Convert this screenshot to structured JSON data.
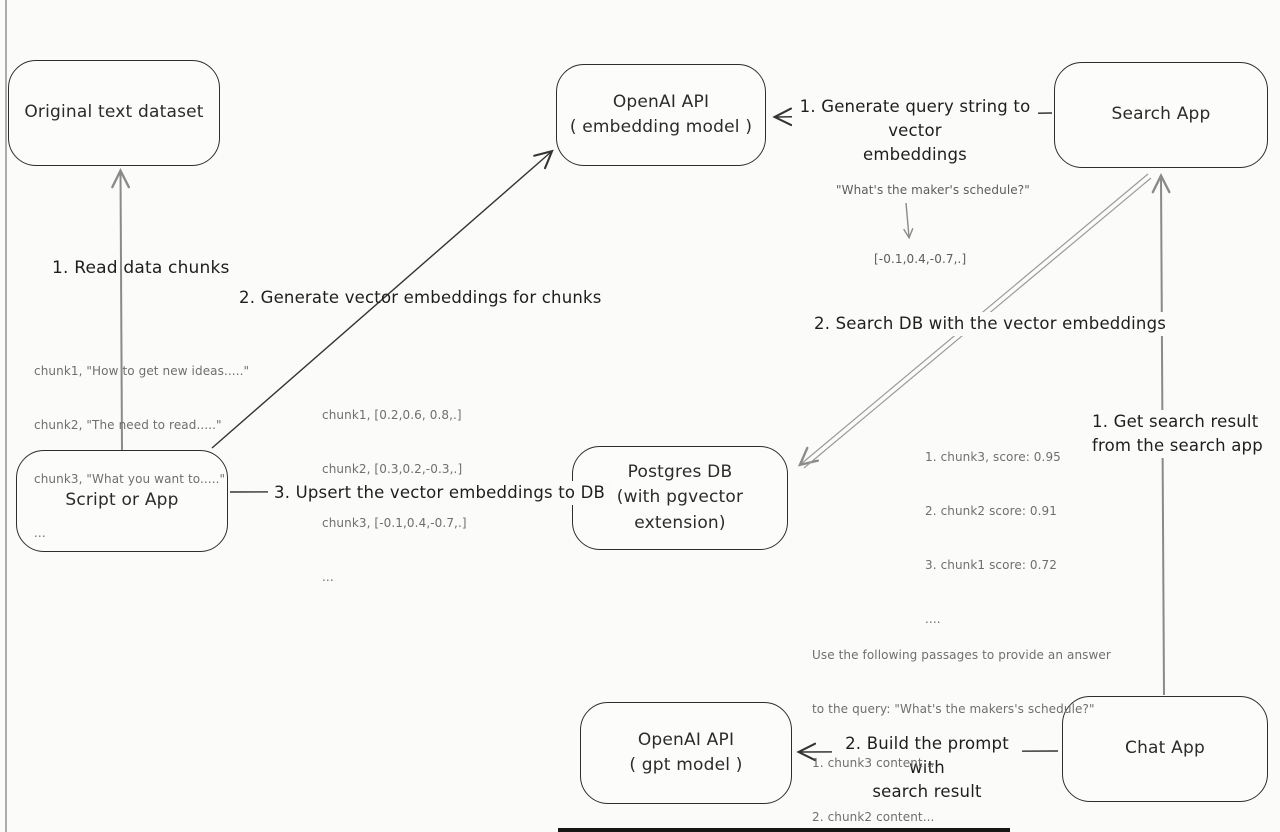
{
  "nodes": {
    "original_dataset": {
      "label": "Original text dataset"
    },
    "embedding_api": {
      "line1": "OpenAI API",
      "line2": "( embedding model )"
    },
    "search_app": {
      "label": "Search App"
    },
    "script_app": {
      "label": "Script or App"
    },
    "postgres_db": {
      "line1": "Postgres DB",
      "line2": "(with pgvector extension)"
    },
    "gpt_api": {
      "line1": "OpenAI API",
      "line2": "( gpt model )"
    },
    "chat_app": {
      "label": "Chat App"
    }
  },
  "edges": {
    "read_chunks": "1. Read data chunks",
    "generate_embeddings": "2. Generate vector embeddings for chunks",
    "upsert": "3. Upsert the vector embeddings  to DB",
    "query_string_l1": "1. Generate query string to vector",
    "query_string_l2": "embeddings",
    "search_db": "2. Search DB with the vector embeddings",
    "get_result_l1": "1. Get search result",
    "get_result_l2": "from the search app",
    "build_prompt_l1": "2. Build the prompt with",
    "build_prompt_l2": "search result"
  },
  "annotations": {
    "chunks": [
      "chunk1, \"How to get new ideas.....\"",
      "chunk2, \"The need to read.....\"",
      "chunk3, \"What you want to.....\"",
      "..."
    ],
    "vectors": [
      "chunk1, [0.2,0.6, 0.8,.]",
      "chunk2, [0.3,0.2,-0.3,.]",
      "chunk3, [-0.1,0.4,-0.7,.]",
      "..."
    ],
    "query": "\"What's the maker's schedule?\"",
    "query_vector": "[-0.1,0.4,-0.7,.]",
    "scores": [
      "1. chunk3, score: 0.95",
      "2. chunk2 score: 0.91",
      "3. chunk1 score: 0.72",
      "...."
    ],
    "prompt": [
      "Use the following passages to provide an answer",
      "to the query: \"What's the makers's schedule?\"",
      "1. chunk3 content...",
      "2. chunk2 content..."
    ]
  },
  "colors": {
    "ink": "#2b2b2b",
    "muted": "#6f6f6f",
    "arrow_gray": "#8a8a8a",
    "background": "#fbfbf9"
  }
}
